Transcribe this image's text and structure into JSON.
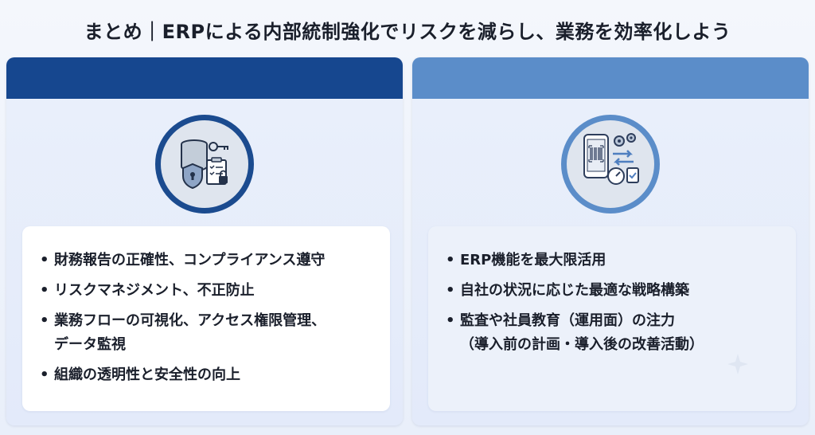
{
  "title": "まとめ｜ERPによる内部統制強化でリスクを減らし、業務を効率化しよう",
  "left_panel": {
    "icon": "database-key-checklist-icon",
    "header_color": "#16478f",
    "bullets": [
      {
        "text": "財務報告の正確性、コンプライアンス遵守"
      },
      {
        "text": "リスクマネジメント、不正防止"
      },
      {
        "text": "業務フローの可視化、アクセス権限管理、",
        "cont": "データ監視"
      },
      {
        "text": "組織の透明性と安全性の向上"
      }
    ]
  },
  "right_panel": {
    "icon": "phone-gears-gauge-icon",
    "header_color": "#5b8dc9",
    "bullets": [
      {
        "text": "ERP機能を最大限活用"
      },
      {
        "text": "自社の状況に応じた最適な戦略構築"
      },
      {
        "text": "監査や社員教育（運用面）の注力",
        "cont": "（導入前の計画・導入後の改善活動）"
      }
    ]
  }
}
